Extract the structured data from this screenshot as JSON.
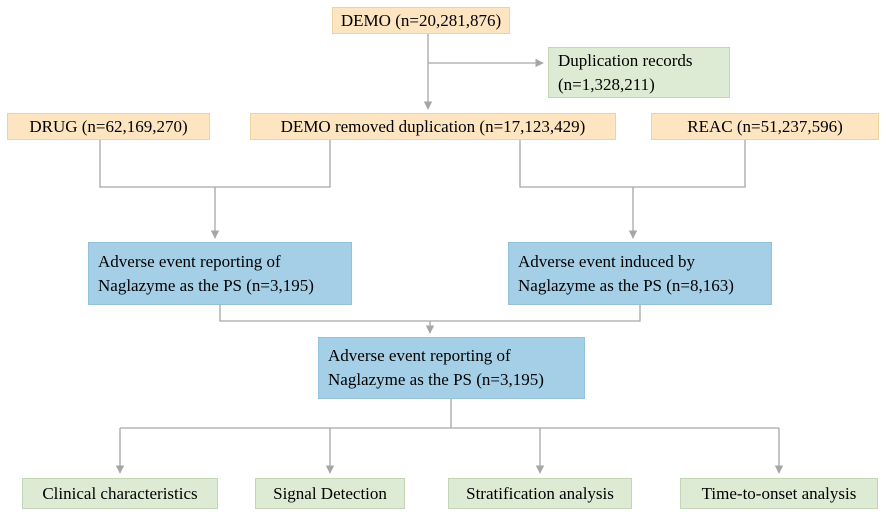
{
  "diagram": {
    "type": "flowchart",
    "nodes": {
      "demo": {
        "label": "DEMO (n=20,281,876)"
      },
      "duplication": {
        "line1": "Duplication records",
        "line2": "(n=1,328,211)"
      },
      "drug": {
        "label": "DRUG (n=62,169,270)"
      },
      "demo_removed": {
        "label": "DEMO removed duplication (n=17,123,429)"
      },
      "reac": {
        "label": "REAC (n=51,237,596)"
      },
      "ae_reporting_left": {
        "line1": "Adverse event reporting of",
        "line2": "Naglazyme as the PS (n=3,195)"
      },
      "ae_induced_right": {
        "line1": "Adverse event induced by",
        "line2": "Naglazyme as the PS (n=8,163)"
      },
      "ae_reporting_merged": {
        "line1": "Adverse event reporting of",
        "line2": "Naglazyme as the PS (n=3,195)"
      },
      "clinical": {
        "label": "Clinical characteristics"
      },
      "signal": {
        "label": "Signal Detection"
      },
      "stratification": {
        "label": "Stratification analysis"
      },
      "time_to_onset": {
        "label": "Time-to-onset analysis"
      }
    },
    "colors": {
      "orange_fill": "#fce5c0",
      "orange_border": "#eed3a2",
      "green_fill": "#ddebd4",
      "green_border": "#c2d6b5",
      "blue_fill": "#a4cfe6",
      "blue_border": "#93c2dd",
      "line_color": "#a6a6a6",
      "text_color": "#000000",
      "background": "#ffffff"
    }
  }
}
